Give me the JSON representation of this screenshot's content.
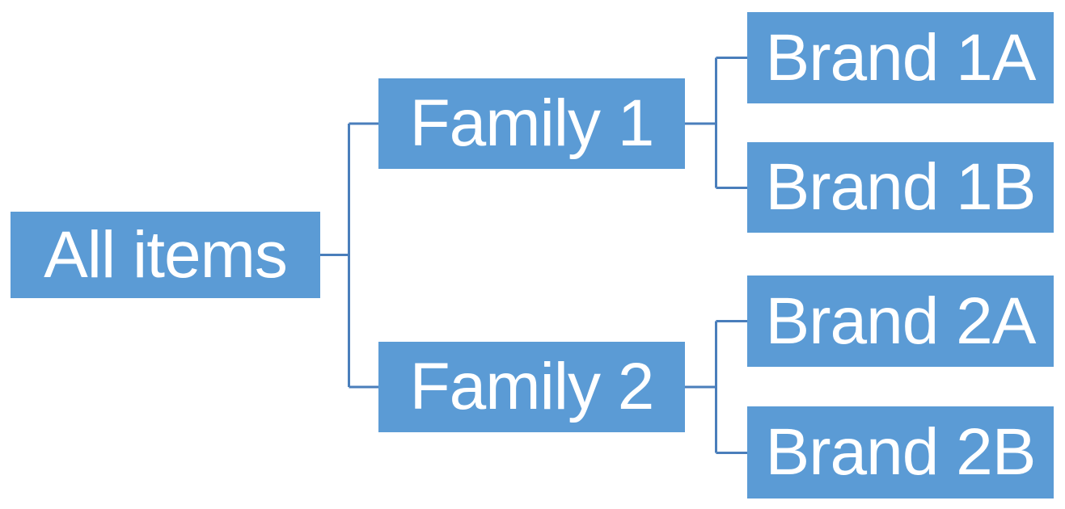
{
  "diagram": {
    "type": "hierarchy-tree",
    "orientation": "left-to-right",
    "node_fill_color": "#5b9bd5",
    "connector_color": "#4a7ebb",
    "node_text_color": "#ffffff",
    "background_color": "#ffffff",
    "hierarchy": {
      "root": "All items",
      "children": [
        {
          "label": "Family 1",
          "children": [
            "Brand 1A",
            "Brand 1B"
          ]
        },
        {
          "label": "Family 2",
          "children": [
            "Brand 2A",
            "Brand 2B"
          ]
        }
      ]
    }
  },
  "nodes": {
    "all_items": "All items",
    "family_1": "Family 1",
    "family_2": "Family 2",
    "brand_1a": "Brand 1A",
    "brand_1b": "Brand 1B",
    "brand_2a": "Brand 2A",
    "brand_2b": "Brand 2B"
  }
}
